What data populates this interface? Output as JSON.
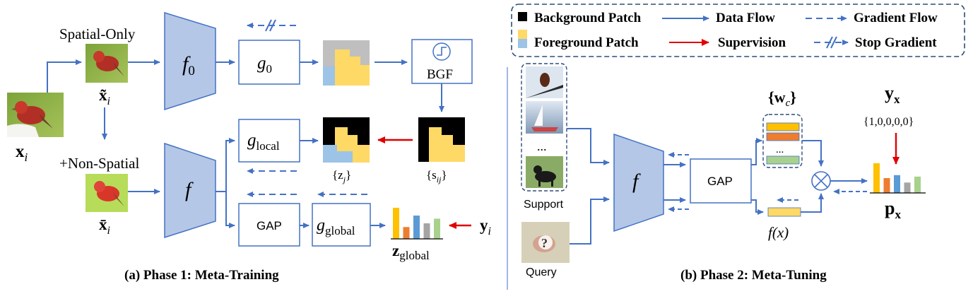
{
  "legend": {
    "background_patch": "Background Patch",
    "foreground_patch": "Foreground Patch",
    "data_flow": "Data Flow",
    "supervision": "Supervision",
    "gradient_flow": "Gradient Flow",
    "stop_gradient": "Stop Gradient"
  },
  "phase1": {
    "caption": "(a) Phase 1: Meta-Training",
    "spatial_only": "Spatial-Only",
    "non_spatial": "+Non-Spatial",
    "x_i": "x",
    "x_i_sub": "i",
    "x_tilde": "x̃",
    "x_tilde_sub": "i",
    "x_bar": "x̄",
    "x_bar_sub": "i",
    "f0": "f",
    "f0_sub": "0",
    "f": "f",
    "g0": "g",
    "g0_sub": "0",
    "bgf": "BGF",
    "g_local": "g",
    "g_local_sub": "local",
    "gap": "GAP",
    "g_global": "g",
    "g_global_sub": "global",
    "z_j": "{z",
    "z_j_sub": "j",
    "z_j_close": "}",
    "s_ij": "{s",
    "s_ij_sub": "ij",
    "s_ij_close": "}",
    "z_global": "z",
    "z_global_sub": "global",
    "y_i": "y",
    "y_i_sub": "i"
  },
  "phase2": {
    "caption": "(b) Phase 2: Meta-Tuning",
    "support": "Support",
    "query": "Query",
    "ellipsis": "...",
    "f": "f",
    "gap": "GAP",
    "w_c": "{w",
    "w_c_sub": "c",
    "w_c_close": "}",
    "f_x": "f(x)",
    "y_x": "y",
    "y_x_sub": "x",
    "y_vector": "{1,0,0,0,0}",
    "p_x": "p",
    "p_x_sub": "x",
    "otimes": "⊗"
  },
  "colors": {
    "blue": "#4472c4",
    "red": "#e00000",
    "trapezoid_fill": "#b4c7e7",
    "foreground_yellow": "#ffd966",
    "foreground_blue": "#9dc3e6",
    "background_black": "#000000",
    "grey": "#bfbfbf",
    "orange": "#ed7d31",
    "green": "#a9d18e"
  },
  "chart_data": [
    {
      "type": "bar",
      "name_label": "z_global",
      "values": [
        1.0,
        0.38,
        0.75,
        0.5,
        0.65
      ],
      "colors": [
        "#ffc000",
        "#ed7d31",
        "#5b9bd5",
        "#a5a5a5",
        "#a9d18e"
      ]
    },
    {
      "type": "bar",
      "name_label": "p_x",
      "values": [
        1.0,
        0.5,
        0.6,
        0.35,
        0.55
      ],
      "colors": [
        "#ffc000",
        "#ed7d31",
        "#5b9bd5",
        "#a5a5a5",
        "#a9d18e"
      ]
    }
  ]
}
